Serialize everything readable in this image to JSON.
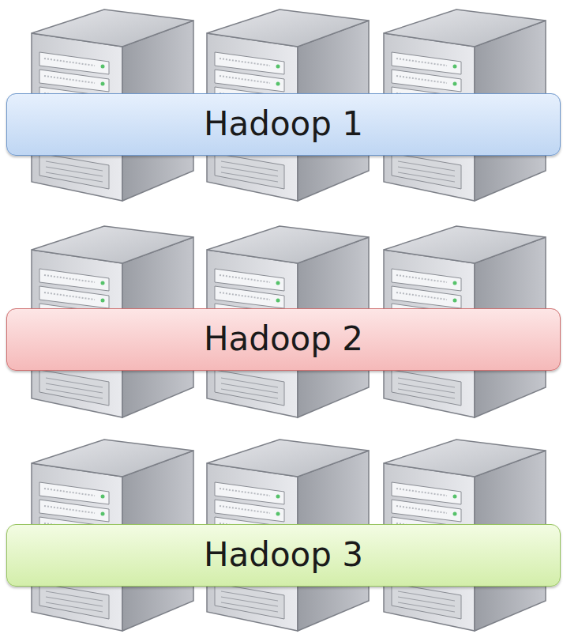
{
  "diagram": {
    "nodes": [
      {
        "text": [
          "Hadoop 1"
        ]
      },
      {
        "text": [
          "Hadoop 2"
        ]
      },
      {
        "text": [
          "Hadoop 3"
        ]
      }
    ]
  }
}
